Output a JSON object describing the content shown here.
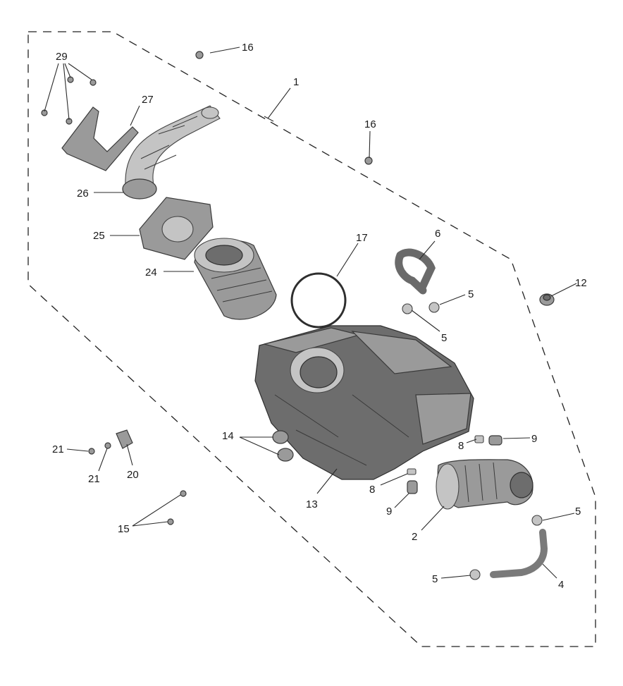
{
  "callouts": [
    {
      "id": "c1",
      "label": "1"
    },
    {
      "id": "c2",
      "label": "2"
    },
    {
      "id": "c4",
      "label": "4"
    },
    {
      "id": "c5a",
      "label": "5"
    },
    {
      "id": "c5b",
      "label": "5"
    },
    {
      "id": "c5c",
      "label": "5"
    },
    {
      "id": "c5d",
      "label": "5"
    },
    {
      "id": "c6",
      "label": "6"
    },
    {
      "id": "c8a",
      "label": "8"
    },
    {
      "id": "c8b",
      "label": "8"
    },
    {
      "id": "c9a",
      "label": "9"
    },
    {
      "id": "c9b",
      "label": "9"
    },
    {
      "id": "c12",
      "label": "12"
    },
    {
      "id": "c13",
      "label": "13"
    },
    {
      "id": "c14",
      "label": "14"
    },
    {
      "id": "c15",
      "label": "15"
    },
    {
      "id": "c16a",
      "label": "16"
    },
    {
      "id": "c16b",
      "label": "16"
    },
    {
      "id": "c17",
      "label": "17"
    },
    {
      "id": "c20",
      "label": "20"
    },
    {
      "id": "c21a",
      "label": "21"
    },
    {
      "id": "c21b",
      "label": "21"
    },
    {
      "id": "c24",
      "label": "24"
    },
    {
      "id": "c25",
      "label": "25"
    },
    {
      "id": "c26",
      "label": "26"
    },
    {
      "id": "c27",
      "label": "27"
    },
    {
      "id": "c29",
      "label": "29"
    }
  ]
}
